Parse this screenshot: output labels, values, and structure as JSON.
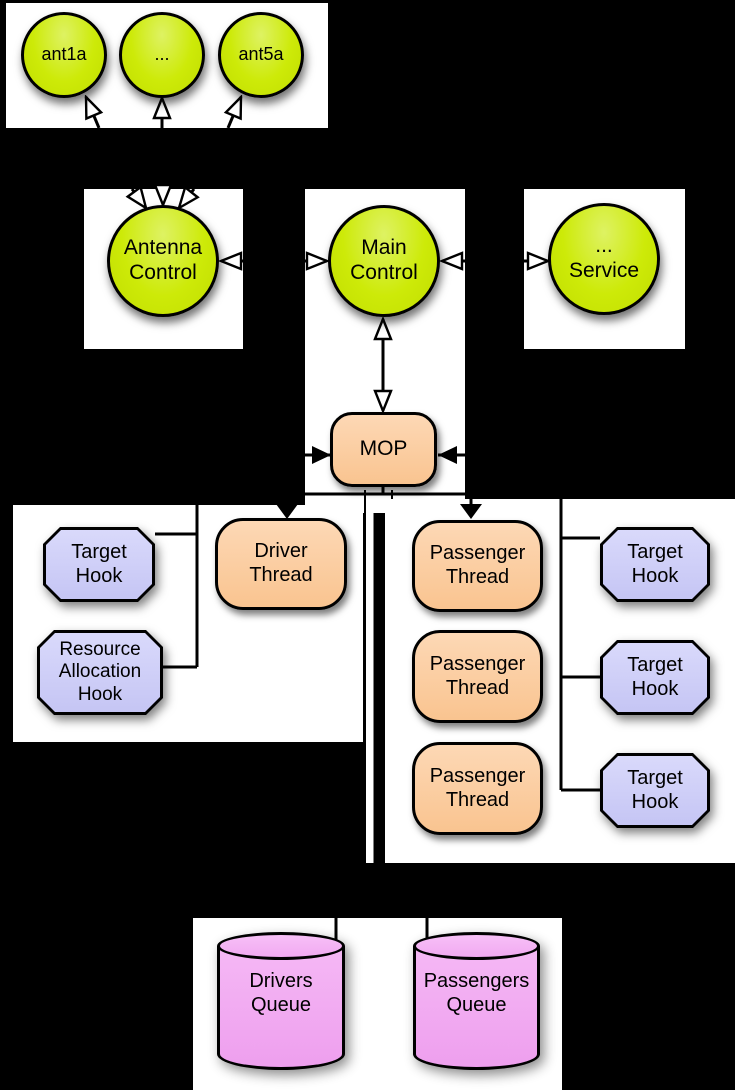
{
  "colors": {
    "background": "#000000",
    "panel": "#ffffff",
    "node_green": "#cdea08",
    "node_orange": "#fbcb9c",
    "node_purple": "#ccccf8",
    "node_pink": "#f2a9f2",
    "line": "#000000"
  },
  "top_panel": {
    "antennas": [
      "ant1a",
      "...",
      "ant5a"
    ]
  },
  "control_row": {
    "antenna_control": "Antenna\nControl",
    "main_control": "Main\nControl",
    "service": "...\nService"
  },
  "mop": {
    "label": "MOP"
  },
  "left_panel": {
    "target_hook": "Target\nHook",
    "resource_allocation_hook": "Resource\nAllocation\nHook",
    "driver_thread": "Driver\nThread"
  },
  "right_panel": {
    "passenger_threads": [
      "Passenger\nThread",
      "Passenger\nThread",
      "Passenger\nThread"
    ],
    "target_hooks": [
      "Target\nHook",
      "Target\nHook",
      "Target\nHook"
    ]
  },
  "queue_panel": {
    "drivers_queue": "Drivers\nQueue",
    "passengers_queue": "Passengers\nQueue"
  }
}
